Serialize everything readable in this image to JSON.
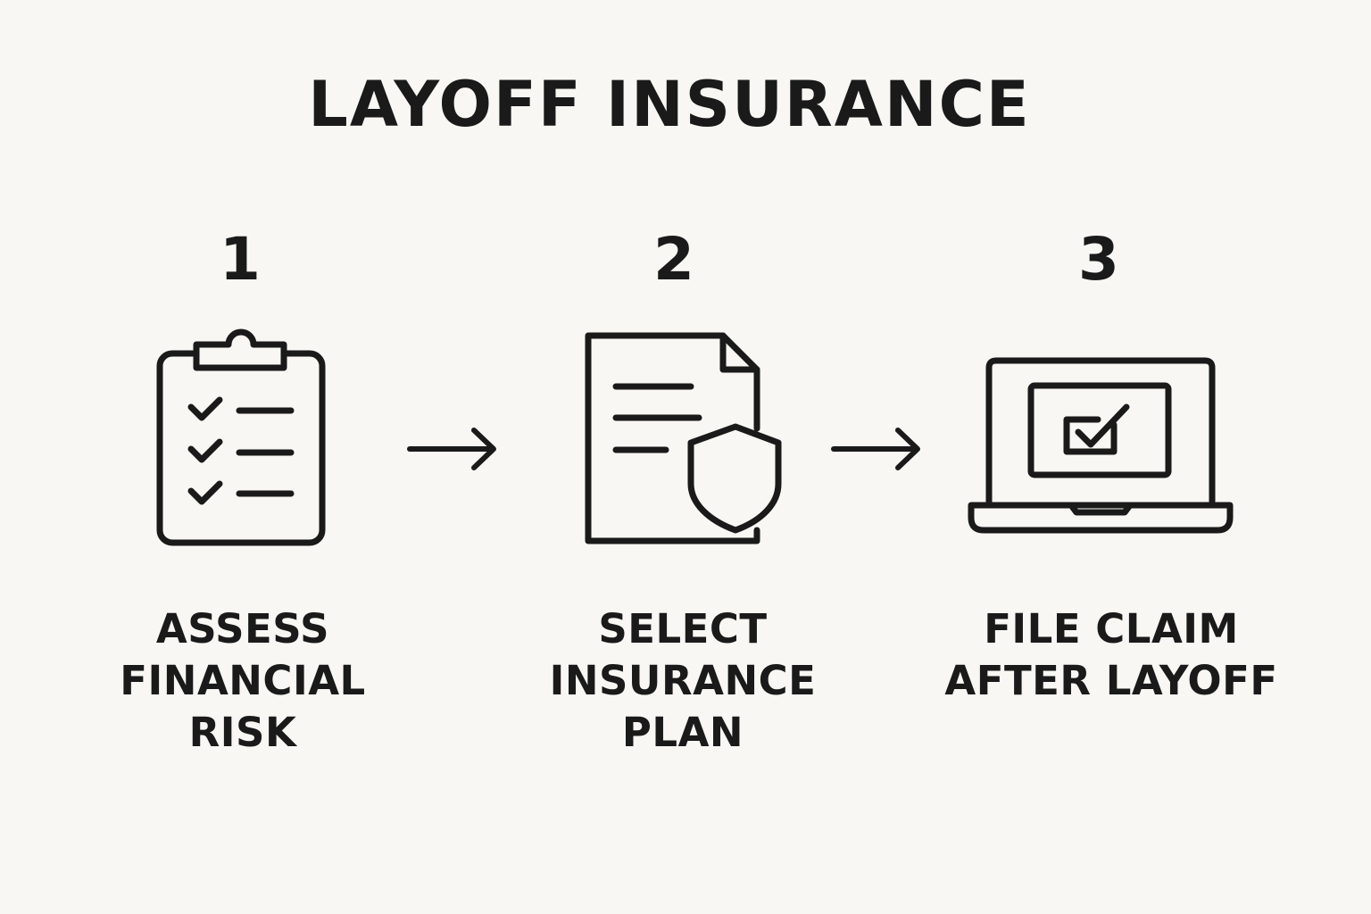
{
  "title": "LAYOFF INSURANCE",
  "steps": [
    {
      "number": "1",
      "icon": "clipboard-checklist-icon",
      "label_lines": [
        "ASSESS",
        "FINANCIAL",
        "RISK"
      ]
    },
    {
      "number": "2",
      "icon": "document-shield-icon",
      "label_lines": [
        "SELECT",
        "INSURANCE",
        "PLAN"
      ]
    },
    {
      "number": "3",
      "icon": "laptop-checkbox-icon",
      "label_lines": [
        "FILE CLAIM",
        "AFTER LAYOFF"
      ]
    }
  ],
  "colors": {
    "background": "#f8f7f3",
    "ink": "#1a1a1a"
  }
}
